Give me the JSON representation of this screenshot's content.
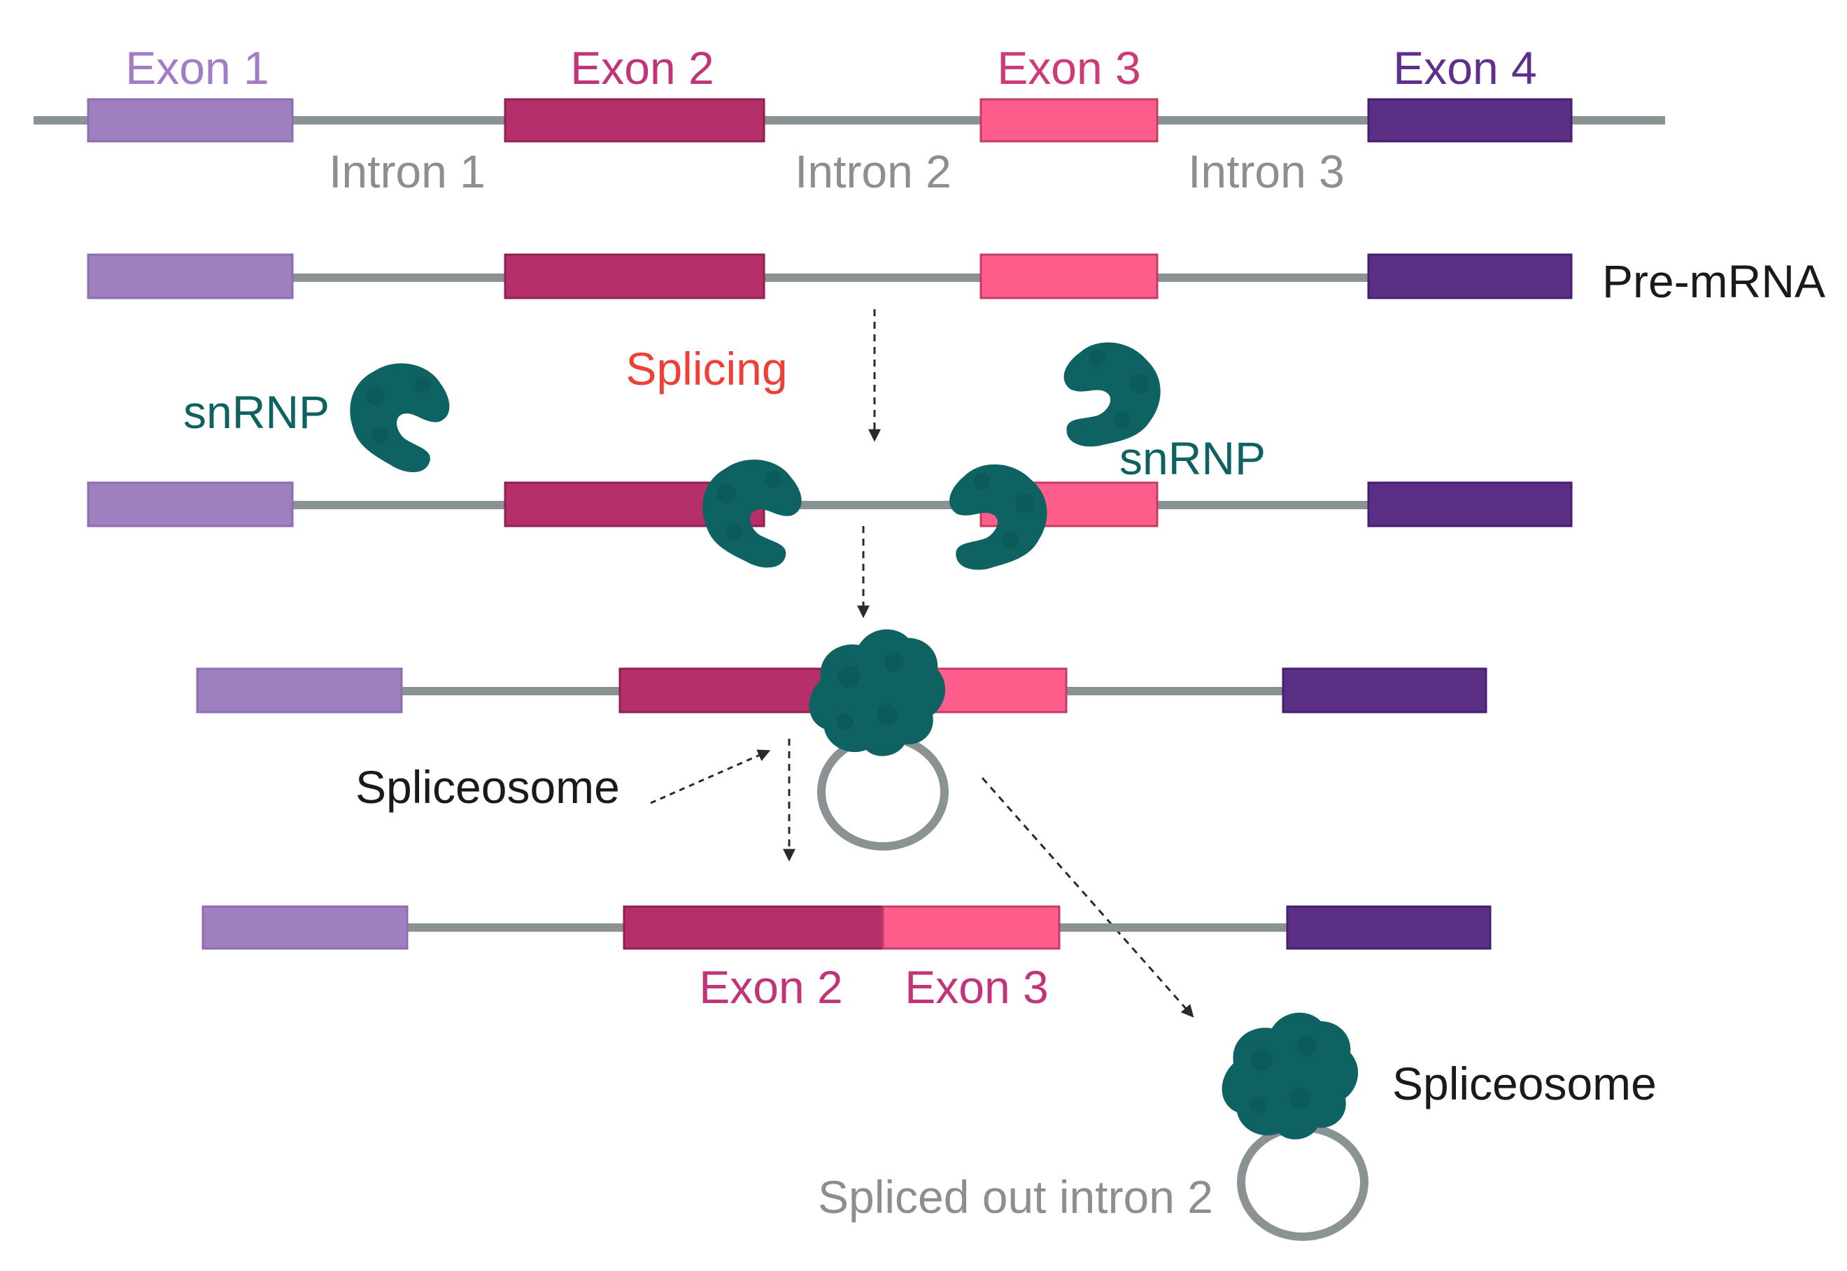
{
  "colors": {
    "exon1": "#9e7fbf",
    "exon2": "#b5306a",
    "exon3": "#ff5e8c",
    "exon4": "#5c2f87",
    "exon1_text": "#a37cc6",
    "exon2_text": "#c2347a",
    "exon3_text": "#cc3a78",
    "exon4_text": "#5e2f8c",
    "intron_line": "#8a9294",
    "intron_text": "#8b8f91",
    "snrnp": "#0e6362",
    "splicing_text": "#ee4036",
    "black_text": "#1a1a1a",
    "arrow": "#2a2a2a"
  },
  "labels": {
    "exon1": "Exon 1",
    "exon2": "Exon 2",
    "exon3": "Exon 3",
    "exon4": "Exon 4",
    "intron1": "Intron 1",
    "intron2": "Intron 2",
    "intron3": "Intron 3",
    "pre_mrna": "Pre-mRNA",
    "splicing": "Splicing",
    "snrnp_left": "snRNP",
    "snrnp_right": "snRNP",
    "spliceosome_mid": "Spliceosome",
    "spliced_exon2": "Exon 2",
    "spliced_exon3": "Exon 3",
    "spliceosome_bottom": "Spliceosome",
    "spliced_out_intron": "Spliced out intron 2"
  }
}
